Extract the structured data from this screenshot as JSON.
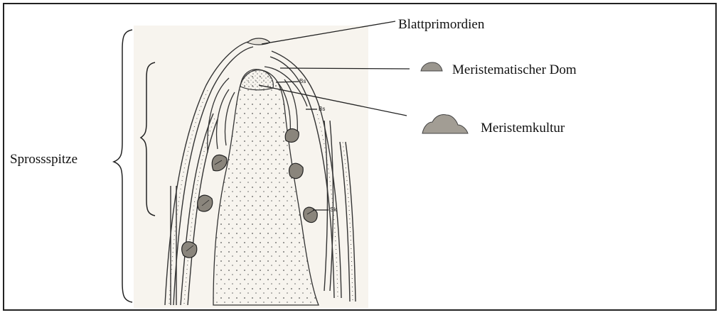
{
  "labels": {
    "blattprimordien": "Blattprimordien",
    "dom": "Meristematischer Dom",
    "kultur": "Meristemkultur",
    "sprossspitze": "Sprossspitze"
  },
  "small_labels": {
    "bs1": "Bs",
    "bs2": "Bs",
    "sk": "Sk"
  }
}
